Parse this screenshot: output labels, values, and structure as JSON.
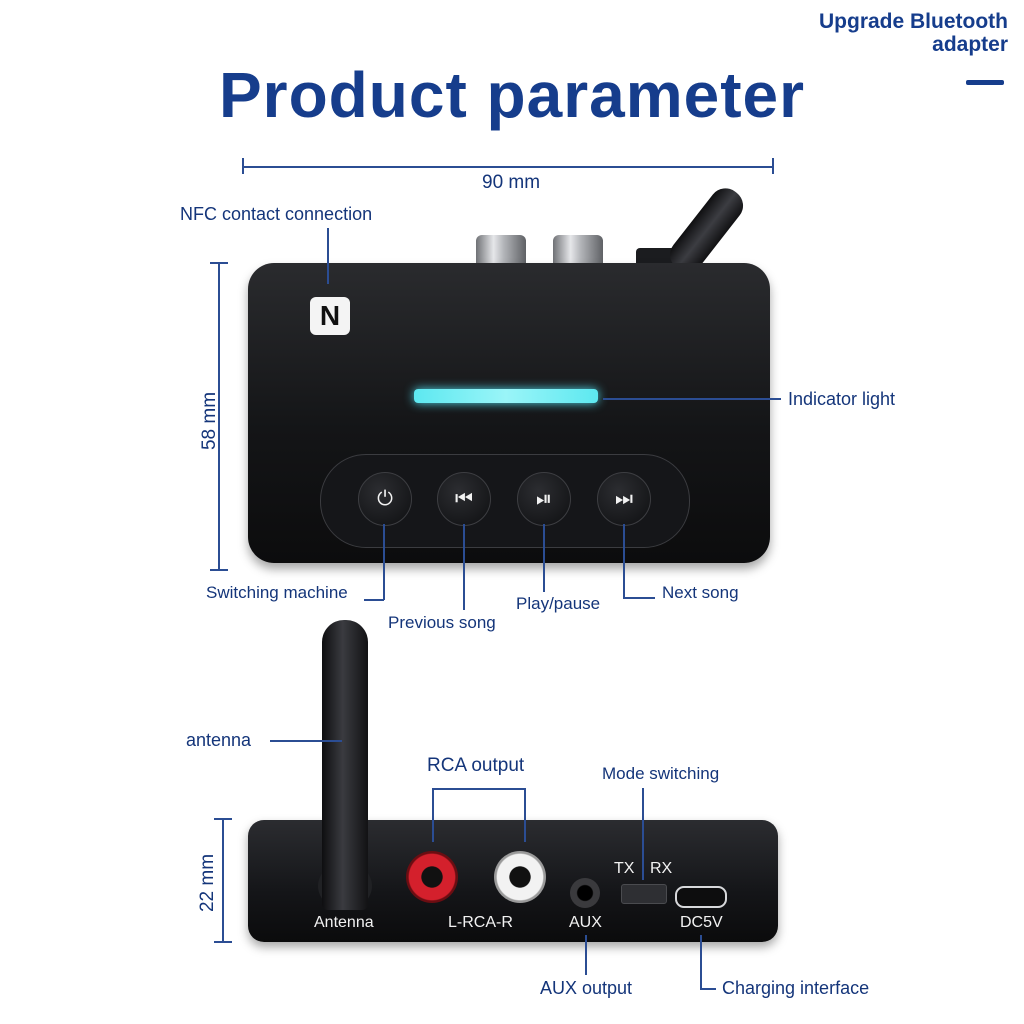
{
  "header": {
    "tag_line1": "Upgrade Bluetooth",
    "tag_line2": "adapter",
    "title": "Product parameter"
  },
  "top_view": {
    "width_dim": "90 mm",
    "height_dim": "58 mm",
    "labels": {
      "nfc": "NFC contact connection",
      "indicator": "Indicator light",
      "switch": "Switching machine",
      "prev": "Previous song",
      "play": "Play/pause",
      "next": "Next song"
    },
    "icons": {
      "nfc": "N",
      "power": "⏻",
      "prev": "⏮",
      "play": "⏯",
      "next": "⏭"
    },
    "colors": {
      "indicator": "#5de8f0",
      "label": "#14357a"
    }
  },
  "back_view": {
    "height_dim": "22 mm",
    "labels": {
      "antenna": "antenna",
      "rca": "RCA output",
      "mode": "Mode switching",
      "aux_out": "AUX output",
      "charging": "Charging interface"
    },
    "device_text": {
      "antenna": "Antenna",
      "rca": "L-RCA-R",
      "aux": "AUX",
      "tx": "TX",
      "rx": "RX",
      "dc": "DC5V"
    },
    "colors": {
      "rca_left": "#d4202c",
      "rca_right": "#f2f2f2"
    }
  }
}
